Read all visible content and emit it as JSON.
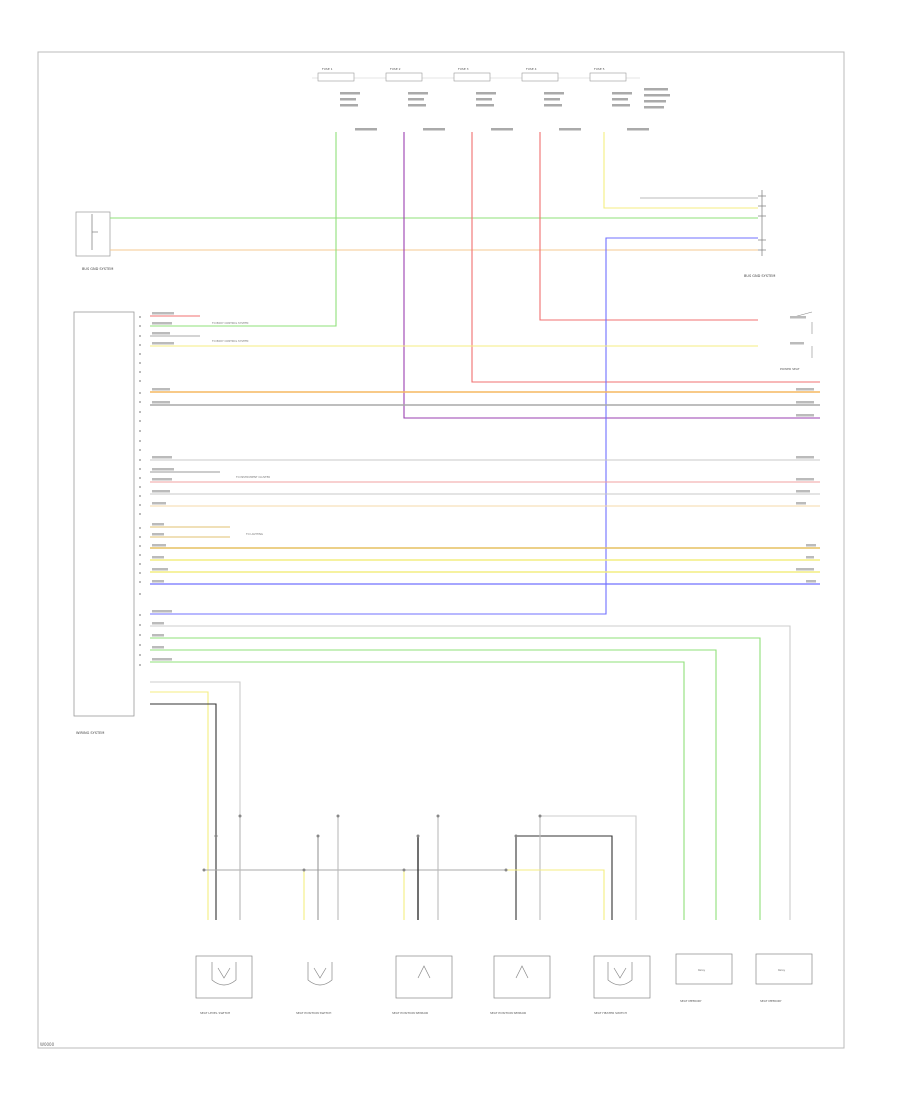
{
  "diagram": {
    "page_code": "W0000",
    "fuses": [
      {
        "name": "FUSE 1"
      },
      {
        "name": "FUSE 2"
      },
      {
        "name": "FUSE 3"
      },
      {
        "name": "FUSE 4"
      },
      {
        "name": "FUSE 5"
      }
    ],
    "left_connector": "BUS GND SYSTEM",
    "right_connector": "BUS GND SYSTEM",
    "module": "WIRING SYSTEM",
    "right_sublabel": "POWER SEAT",
    "inline_labels": [
      "TO BODY CONTROL SYSTEM",
      "TO BODY CONTROL SYSTEM",
      "TO INSTRUMENT CLUSTER",
      "TO LIGHTING"
    ],
    "components": [
      {
        "name": "SEAT LEVEL SWITCH"
      },
      {
        "name": "SEAT POSITION SWITCH"
      },
      {
        "name": "SEAT POSITION SENSOR"
      },
      {
        "name": "SEAT POSITION SENSOR"
      },
      {
        "name": "SEAT HEATER SWITCH"
      },
      {
        "name": "SEAT MEMORY"
      },
      {
        "name": "SEAT MEMORY"
      }
    ],
    "relay_text": "Relay",
    "wire_colors": {
      "green": "#8fe07a",
      "yellow": "#f4ee80",
      "red": "#f07070",
      "purple": "#9a3fb0",
      "blue": "#7070ff",
      "orange": "#f5b860",
      "gray": "#a8a8a8",
      "black": "#333333",
      "tan": "#e9d8a8"
    }
  }
}
